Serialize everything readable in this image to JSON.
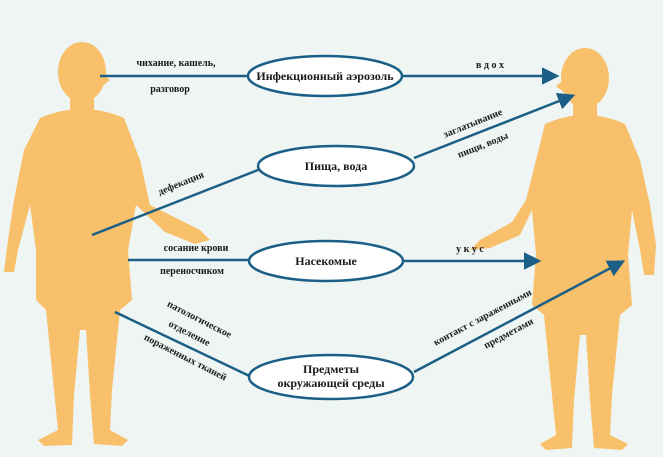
{
  "colors": {
    "background": "#eef5f3",
    "figure": "#f9c06b",
    "line": "#1c5f86",
    "text": "#1a1a1a"
  },
  "nodes": {
    "aerosol": "Инфекционный аэрозоль",
    "food": "Пища, вода",
    "insects": "Насекомые",
    "objects_line1": "Предметы",
    "objects_line2": "окружающей среды"
  },
  "edges": {
    "aerosol_in_1": "чихание, кашель,",
    "aerosol_in_2": "разговор",
    "aerosol_out": "в д о х",
    "food_in": "дефекация",
    "food_out_1": "заглатывание",
    "food_out_2": "пищи, воды",
    "insects_in_1": "сосание крови",
    "insects_in_2": "переносчиком",
    "insects_out": "у к у с",
    "objects_in_1": "патологическое",
    "objects_in_2": "отделение",
    "objects_in_3": "пораженных тканей",
    "objects_out_1": "контакт с зараженными",
    "objects_out_2": "предметами"
  },
  "figures": {
    "left": "source-person",
    "right": "recipient-person"
  }
}
